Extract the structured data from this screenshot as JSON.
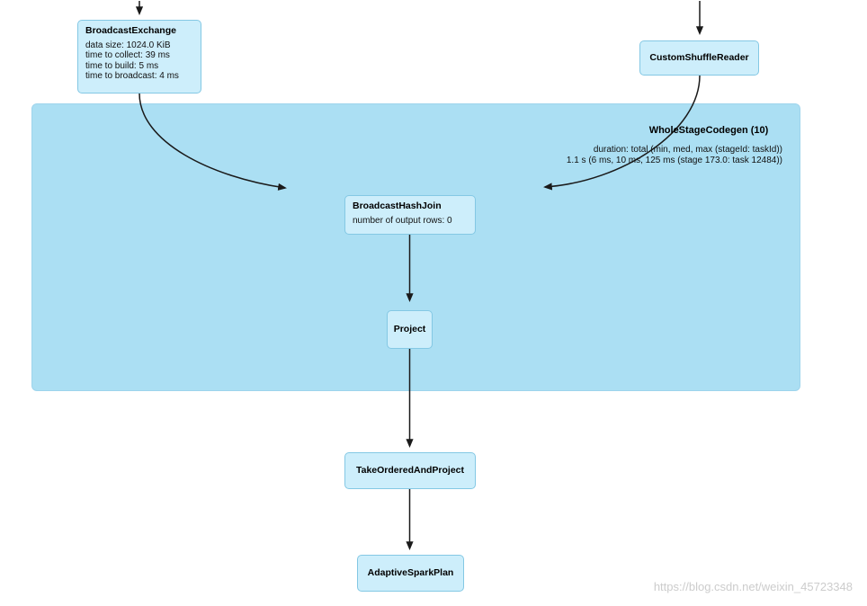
{
  "page": {
    "watermark": "https://blog.csdn.net/weixin_45723348"
  },
  "cluster": {
    "title": "WholeStageCodegen (10)",
    "duration_lines": [
      "duration: total (min, med, max (stageId: taskId))",
      "1.1 s (6 ms, 10 ms, 125 ms (stage 173.0: task 12484))"
    ]
  },
  "nodes": {
    "broadcast_exchange": {
      "title": "BroadcastExchange",
      "metrics": [
        "data size: 1024.0 KiB",
        "time to collect: 39 ms",
        "time to build: 5 ms",
        "time to broadcast: 4 ms"
      ]
    },
    "custom_shuffle_reader": {
      "title": "CustomShuffleReader"
    },
    "broadcast_hash_join": {
      "title": "BroadcastHashJoin",
      "metrics": [
        "number of output rows: 0"
      ]
    },
    "project": {
      "title": "Project"
    },
    "take_ordered_and_project": {
      "title": "TakeOrderedAndProject"
    },
    "adaptive_spark_plan": {
      "title": "AdaptiveSparkPlan"
    }
  },
  "colors": {
    "cluster_fill": "#abdff3",
    "cluster_border": "#9ed4ec",
    "node_fill": "#cdeefb",
    "node_border": "#84c8e4",
    "edge": "#1a1a1a"
  }
}
